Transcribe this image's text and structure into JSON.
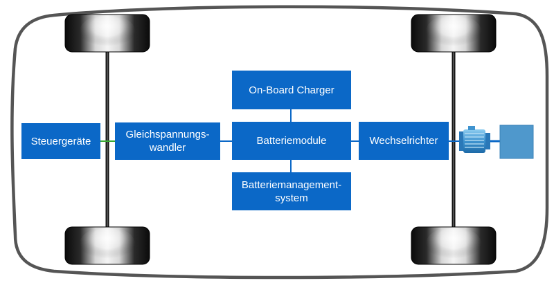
{
  "blocks": {
    "steuergeraete": "Steuergeräte",
    "gleichspannungswandler": "Gleichspannungs-\nwandler",
    "on_board_charger": "On-Board Charger",
    "batteriemodule": "Batteriemodule",
    "batteriemanagement": "Batteriemanagement-\nsystem",
    "wechselrichter": "Wechselrichter"
  },
  "colors": {
    "block_fill": "#0b68c7",
    "block_text": "#ffffff",
    "connector_blue": "#0b68c7",
    "connector_green": "#3aaa35",
    "car_outline": "#555555",
    "motor": "#4a9fd6",
    "gearbox": "#4f98cc"
  },
  "icons": [
    "tire-icon",
    "electric-motor-icon",
    "gearbox-icon"
  ]
}
